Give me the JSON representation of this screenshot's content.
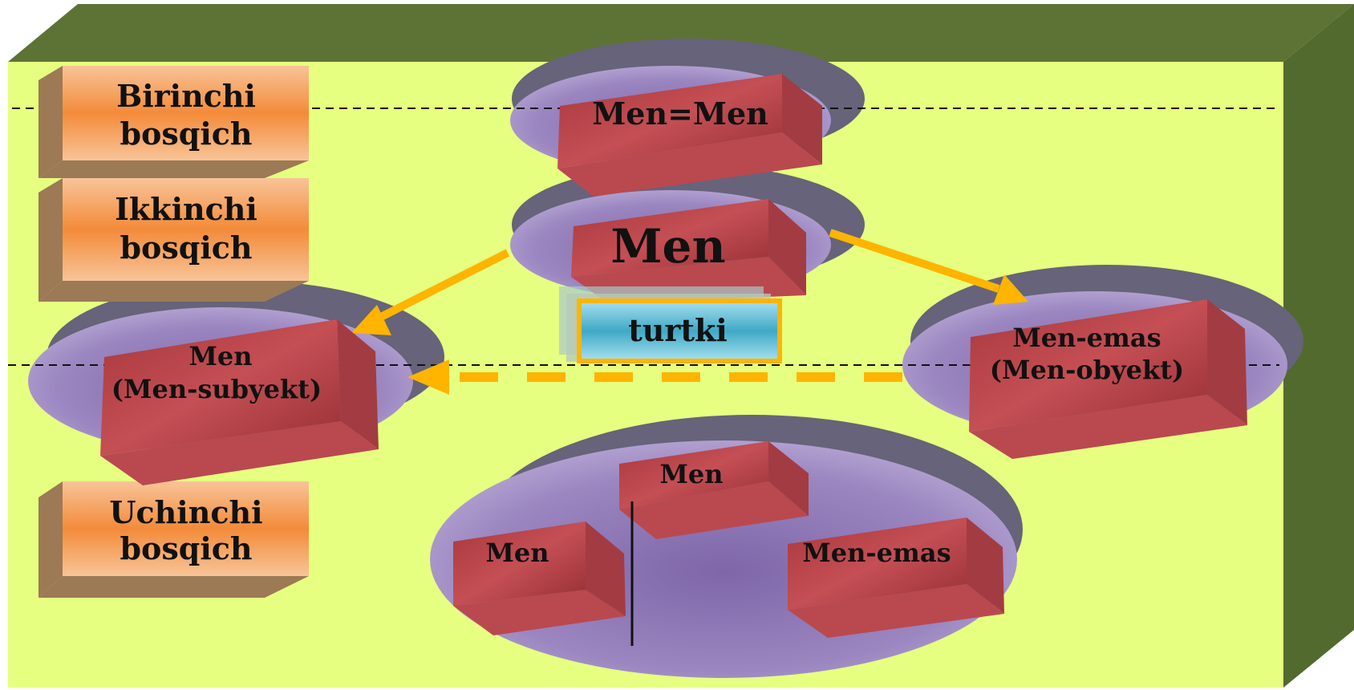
{
  "stages": {
    "first": {
      "line1": "Birinchi",
      "line2": "bosqich"
    },
    "second": {
      "line1": "Ikkinchi",
      "line2": "bosqich"
    },
    "third": {
      "line1": "Uchinchi",
      "line2": "bosqich"
    }
  },
  "nodes": {
    "identity": "Men=Men",
    "self": "Men",
    "impulse": "turtki",
    "subject": {
      "line1": "Men",
      "line2": "(Men-subyekt)"
    },
    "object": {
      "line1": "Men-emas",
      "line2": "(Men-obyekt)"
    },
    "synthesis": {
      "top": "Men",
      "left": "Men",
      "right": "Men-emas"
    }
  },
  "colors": {
    "background_panel": "#e6ff80",
    "frame_green": "#5d7335",
    "stage_box": "#f59a52",
    "brick_red": "#b0444a",
    "ellipse_purple": "#8e7ab5",
    "impulse_box": "#4fb6cf",
    "arrow_orange": "#ffb400"
  }
}
